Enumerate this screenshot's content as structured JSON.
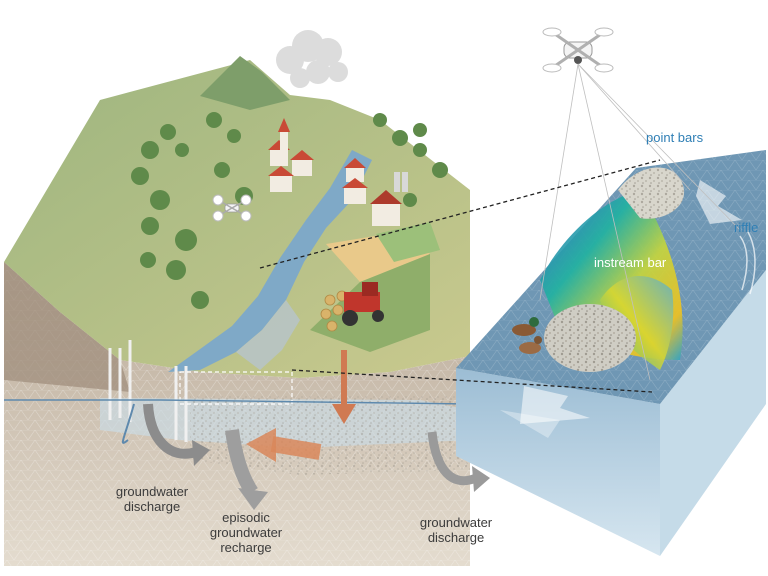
{
  "labels": {
    "point_bars": "point bars",
    "riffle": "riffle",
    "instream_bar": "instream bar",
    "gw_discharge_left_1": "groundwater",
    "gw_discharge_left_2": "discharge",
    "episodic_1": "episodic",
    "episodic_2": "groundwater",
    "episodic_3": "recharge",
    "gw_discharge_right_1": "groundwater",
    "gw_discharge_right_2": "discharge"
  },
  "colors": {
    "sky": "#ffffff",
    "hill": "#8fa877",
    "soil_dark": "#a99a8a",
    "soil_light": "#d8cdbd",
    "water": "#7fa9c7",
    "groundwater": "#b9d3e3",
    "arrow_grey": "#9a9a9a",
    "arrow_orange": "#d9875a",
    "field": "#e9c98a",
    "label_blue": "#2f7fb5"
  }
}
